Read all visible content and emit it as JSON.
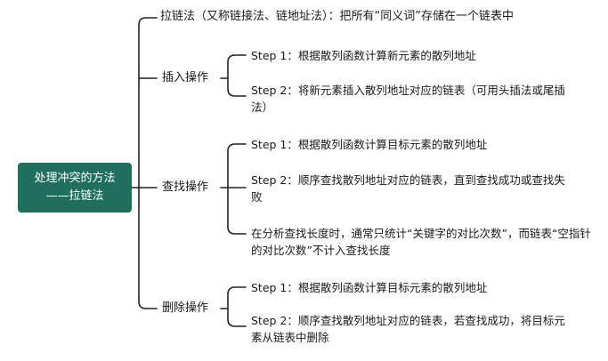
{
  "root": {
    "line1": "处理冲突的方法",
    "line2": "——拉链法"
  },
  "definition": "拉链法（又称链接法、链地址法）：把所有“同义词”存储在一个链表中",
  "branches": {
    "insert": {
      "label": "插入操作",
      "steps": [
        "Step 1：根据散列函数计算新元素的散列地址",
        "Step 2：将新元素插入散列地址对应的链表（可用头插法或尾插法）"
      ]
    },
    "search": {
      "label": "查找操作",
      "steps": [
        "Step 1：根据散列函数计算目标元素的散列地址",
        "Step 2：顺序查找散列地址对应的链表，直到查找成功或查找失败",
        "在分析查找长度时，通常只统计“关键字的对比次数”，而链表“空指针的对比次数”不计入查找长度"
      ]
    },
    "delete": {
      "label": "删除操作",
      "steps": [
        "Step 1：根据散列函数计算目标元素的散列地址",
        "Step 2：顺序查找散列地址对应的链表，若查找成功，将目标元素从链表中删除"
      ]
    }
  },
  "colors": {
    "root_bg": "#1f6f5c",
    "line": "#222222"
  }
}
